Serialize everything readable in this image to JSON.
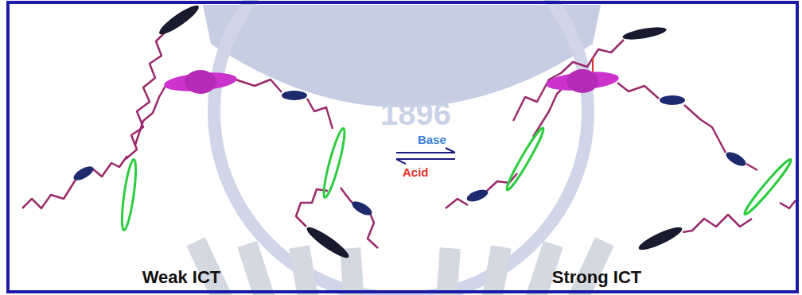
{
  "diagram": {
    "labels": [
      "Base",
      "Acid",
      "1896",
      "Weak ICT",
      "Strong ICT"
    ]
  }
}
